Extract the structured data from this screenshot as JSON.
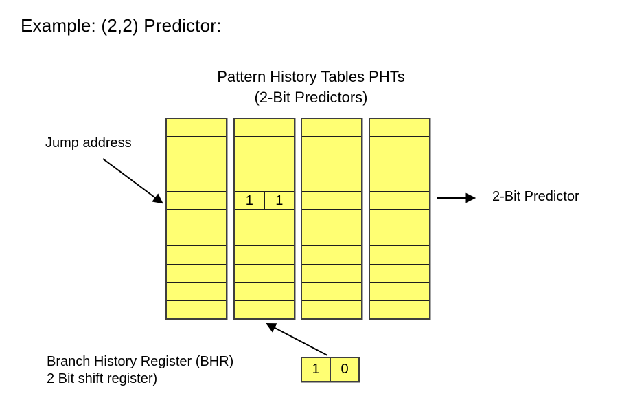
{
  "title": "Example: (2,2) Predictor:",
  "heading": {
    "line1": "Pattern History Tables PHTs",
    "line2": "(2-Bit Predictors)"
  },
  "labels": {
    "jump_address": "Jump address",
    "two_bit_predictor": "2-Bit Predictor",
    "bhr_line1": "Branch History Register (BHR)",
    "bhr_line2": "2 Bit shift register)"
  },
  "pht": {
    "table_count": 4,
    "rows_per_table": 11,
    "highlight": {
      "table_index": 1,
      "row_index": 4,
      "values": [
        "1",
        "1"
      ]
    }
  },
  "bhr_register": {
    "values": [
      "1",
      "0"
    ]
  },
  "colors": {
    "cell_fill": "#FFFF73",
    "cell_border": "#3F3F3F",
    "row_line": "#1F1F1F",
    "arrow": "#000000",
    "background": "#FFFFFF",
    "text": "#000000"
  }
}
